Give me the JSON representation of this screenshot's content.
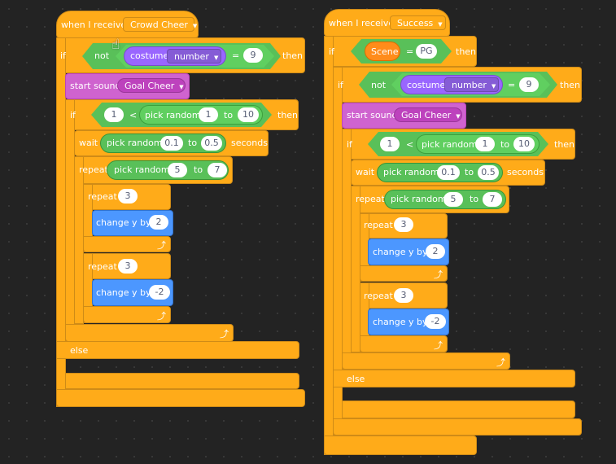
{
  "scripts": [
    {
      "hat": {
        "label": "when I receive",
        "message": "Crowd Cheer"
      },
      "outer_if": {
        "if_label": "if",
        "not_label": "not",
        "sensor": "costume",
        "sensor_option": "number",
        "eq": "=",
        "value": "9",
        "then_label": "then",
        "else_label": "else"
      },
      "start_sound": {
        "label": "start sound",
        "sound": "Goal Cheer"
      },
      "inner_if": {
        "if_label": "if",
        "left": "1",
        "lt": "<",
        "pick_label": "pick random",
        "from": "1",
        "to_label": "to",
        "to": "10",
        "then_label": "then"
      },
      "wait": {
        "label": "wait",
        "pick_label": "pick random",
        "from": "0.1",
        "to_label": "to",
        "to": "0.5",
        "unit": "seconds"
      },
      "repeat_outer": {
        "label": "repeat",
        "pick_label": "pick random",
        "from": "5",
        "to_label": "to",
        "to": "7"
      },
      "repeat_up": {
        "label": "repeat",
        "count": "3",
        "move_label": "change y by",
        "dy": "2"
      },
      "repeat_down": {
        "label": "repeat",
        "count": "3",
        "move_label": "change y by",
        "dy": "-2"
      }
    },
    {
      "hat": {
        "label": "when I receive",
        "message": "Success"
      },
      "scene_if": {
        "if_label": "if",
        "sensor": "Scene",
        "eq": "=",
        "value": "PG",
        "then_label": "then"
      },
      "outer_if": {
        "if_label": "if",
        "not_label": "not",
        "sensor": "costume",
        "sensor_option": "number",
        "eq": "=",
        "value": "9",
        "then_label": "then",
        "else_label": "else"
      },
      "start_sound": {
        "label": "start sound",
        "sound": "Goal Cheer"
      },
      "inner_if": {
        "if_label": "if",
        "left": "1",
        "lt": "<",
        "pick_label": "pick random",
        "from": "1",
        "to_label": "to",
        "to": "10",
        "then_label": "then"
      },
      "wait": {
        "label": "wait",
        "pick_label": "pick random",
        "from": "0.1",
        "to_label": "to",
        "to": "0.5",
        "unit": "seconds"
      },
      "repeat_outer": {
        "label": "repeat",
        "pick_label": "pick random",
        "from": "5",
        "to_label": "to",
        "to": "7"
      },
      "repeat_up": {
        "label": "repeat",
        "count": "3",
        "move_label": "change y by",
        "dy": "2"
      },
      "repeat_down": {
        "label": "repeat",
        "count": "3",
        "move_label": "change y by",
        "dy": "-2"
      }
    }
  ],
  "colors": {
    "control": "#ffab19",
    "looks": "#9966ff",
    "sound": "#cf63cf",
    "operators": "#59c059",
    "motion": "#4c97ff",
    "variables": "#ff8c1a",
    "background": "#232323"
  },
  "icons": {
    "loop_arrow": "loop-arrow-icon",
    "dropdown": "dropdown-caret-icon",
    "cursor": "hand-cursor-icon"
  }
}
